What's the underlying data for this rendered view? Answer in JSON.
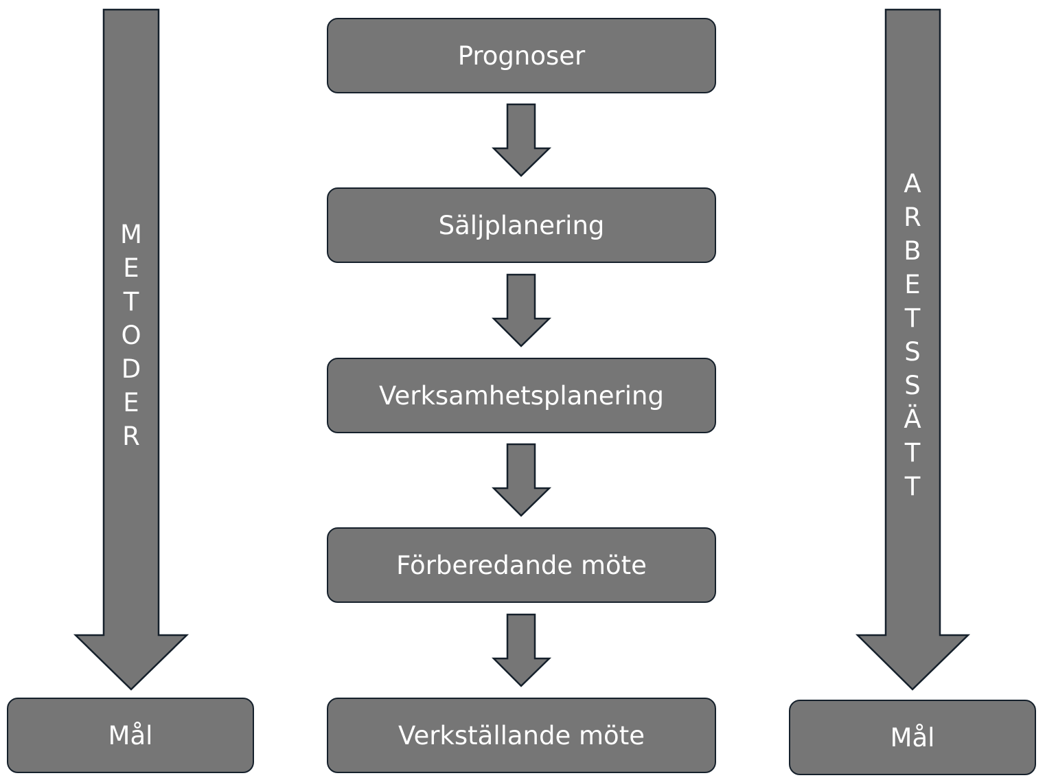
{
  "flow": {
    "steps": [
      "Prognoser",
      "Säljplanering",
      "Verksamhetsplanering",
      "Förberedande möte",
      "Verkställande möte"
    ]
  },
  "left_column": {
    "arrow_label": "METODER",
    "goal": "Mål"
  },
  "right_column": {
    "arrow_label": "ARBETSSÄTT",
    "goal": "Mål"
  },
  "colors": {
    "fill": "#767676",
    "stroke": "#15202b",
    "text": "#ffffff"
  }
}
